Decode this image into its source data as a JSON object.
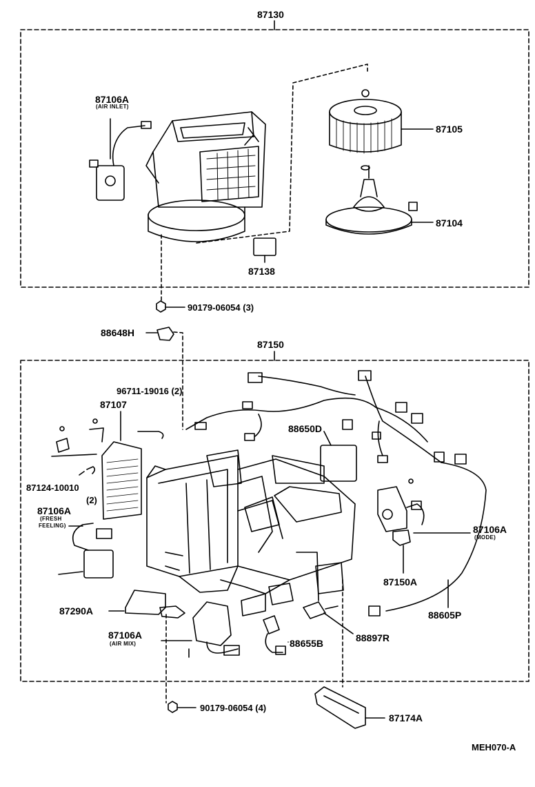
{
  "assembly_top": {
    "label": "87130"
  },
  "assembly_bottom": {
    "label": "87150"
  },
  "parts": {
    "p87106A_air_inlet": {
      "code": "87106A",
      "note": "(AIR INLET)"
    },
    "p87105": {
      "code": "87105"
    },
    "p87104": {
      "code": "87104"
    },
    "p87138": {
      "code": "87138"
    },
    "p90179_06054_3": {
      "code": "90179-06054 (3)"
    },
    "p88648H": {
      "code": "88648H"
    },
    "p96711_19016": {
      "code": "96711-19016 (2)"
    },
    "p87107": {
      "code": "87107"
    },
    "p88650D": {
      "code": "88650D"
    },
    "p87124_10010": {
      "code": "87124-10010",
      "qty": "(2)"
    },
    "p87106A_fresh": {
      "code": "87106A",
      "note_line1": "(FRESH",
      "note_line2": "FEELING)"
    },
    "p87106A_mode": {
      "code": "87106A",
      "note": "(MODE)"
    },
    "p87150A": {
      "code": "87150A"
    },
    "p88605P": {
      "code": "88605P"
    },
    "p87290A": {
      "code": "87290A"
    },
    "p87106A_air_mix": {
      "code": "87106A",
      "note": "(AIR MIX)"
    },
    "p88655B": {
      "code": "88655B"
    },
    "p88897R": {
      "code": "88897R"
    },
    "p90179_06054_4": {
      "code": "90179-06054 (4)"
    },
    "p87174A": {
      "code": "87174A"
    }
  },
  "figure_code": "MEH070-A"
}
